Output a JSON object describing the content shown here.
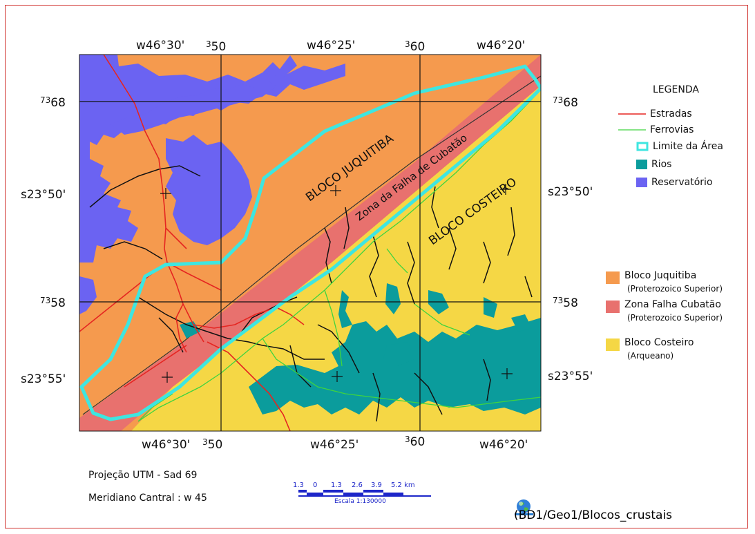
{
  "map": {
    "top_labels": {
      "lon1": "w46°30'",
      "e1": "50",
      "e1_sup": "3",
      "lon2": "w46°25'",
      "e2": "60",
      "e2_sup": "3",
      "lon3": "w46°20'"
    },
    "bottom_labels": {
      "lon1": "w46°30'",
      "e1": "50",
      "e1_sup": "3",
      "lon2": "w46°25'",
      "e2": "60",
      "e2_sup": "3",
      "lon3": "w46°20'"
    },
    "left_labels": {
      "n1": "68",
      "n1_sup": "73",
      "lat1": "s23°50'",
      "n2": "58",
      "n2_sup": "73",
      "lat2": "s23°55'"
    },
    "right_labels": {
      "n1": "68",
      "n1_sup": "73",
      "lat1": "s23°50'",
      "n2": "58",
      "n2_sup": "73",
      "lat2": "s23°55'"
    },
    "block_labels": {
      "juquitiba": "BLOCO JUQUITIBA",
      "falha": "Zona da Falha de Cubatão",
      "costeiro": "BLOCO COSTEIRO"
    }
  },
  "legend": {
    "title": "LEGENDA",
    "items": [
      {
        "label": "Estradas",
        "color": "#e52521"
      },
      {
        "label": "Ferrovias",
        "color": "#3fd43f"
      },
      {
        "label": "Limite da Área",
        "color": "#3ee6e0"
      },
      {
        "label": "Rios",
        "color": "#0b9c9c"
      },
      {
        "label": "Reservatório",
        "color": "#6b63f2"
      }
    ]
  },
  "units": [
    {
      "name": "Bloco Juquitiba",
      "age": "(Proterozoico Superior)",
      "color": "#f59a4e"
    },
    {
      "name": "Zona Falha Cubatão",
      "age": "(Proterozoico Superior)",
      "color": "#e8716e"
    },
    {
      "name": "Bloco Costeiro",
      "age": "(Arqueano)",
      "color": "#f5d745"
    }
  ],
  "notes": {
    "projection": "Projeção UTM - Sad 69",
    "meridian": "Meridiano Cantral : w 45"
  },
  "scalebar": {
    "ticks": [
      "1.3",
      "0",
      "1.3",
      "2.6",
      "3.9",
      "5.2 km"
    ],
    "caption": "Escala 1:130000"
  },
  "file_path": "(BD1/Geo1/Blocos_crustais"
}
